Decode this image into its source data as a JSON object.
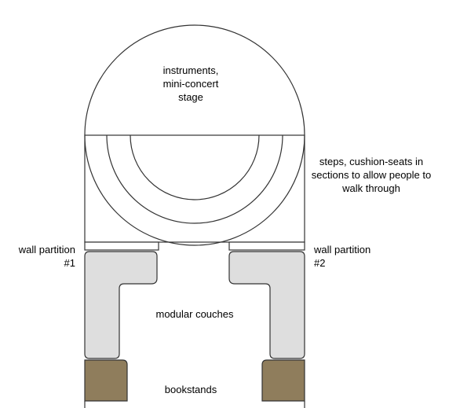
{
  "labels": {
    "stage": "instruments,\nmini-concert\nstage",
    "steps": "steps, cushion-seats in\nsections to allow people to\nwalk through",
    "wall_left": "wall partition\n#1",
    "wall_right": "wall partition\n#2",
    "couches": "modular couches",
    "bookstands": "bookstands"
  },
  "colors": {
    "line": "#333333",
    "couch_fill": "#dedede",
    "bookstand_fill": "#8f7d5c"
  }
}
